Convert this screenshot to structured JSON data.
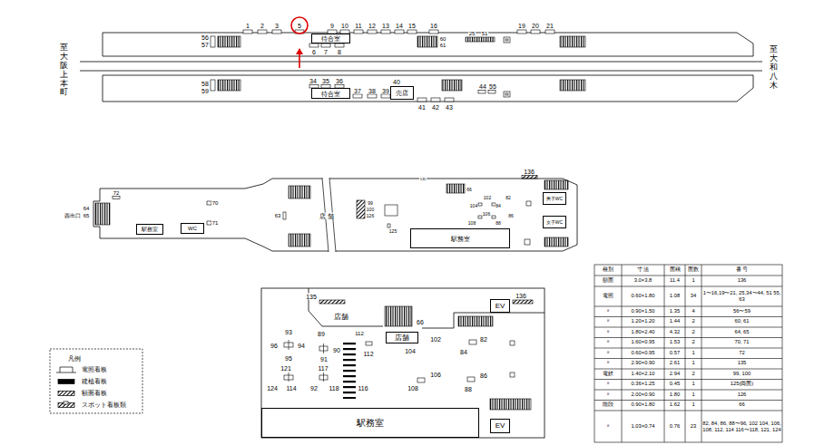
{
  "diagram": {
    "nodes": [
      {
        "text": [
          "待合室"
        ]
      },
      {
        "text": [
          "待合室"
        ]
      },
      {
        "text": [
          "売店"
        ]
      },
      {
        "text": [
          "駅務室"
        ]
      },
      {
        "text": [
          "WC"
        ]
      },
      {
        "text": [
          "男子WC"
        ]
      },
      {
        "text": [
          "女子WC"
        ]
      },
      {
        "text": [
          "駅務室"
        ]
      },
      {
        "text": [
          "店舗"
        ]
      },
      {
        "text": [
          "駅務室"
        ]
      },
      {
        "text": [
          "EV"
        ]
      },
      {
        "text": [
          "EV"
        ]
      }
    ],
    "labels": [
      "1",
      "2",
      "3",
      "5",
      "9",
      "10",
      "11",
      "12",
      "13",
      "14",
      "15",
      "16",
      "19",
      "20",
      "21",
      "56",
      "57",
      "6",
      "7",
      "8",
      "60",
      "61",
      "25",
      "51",
      "58",
      "59",
      "34",
      "35",
      "36",
      "37",
      "38",
      "39",
      "40",
      "41",
      "42",
      "43",
      "44",
      "55",
      "至大阪上本町",
      "至大和八木",
      "西出口",
      "64",
      "65",
      "72",
      "70",
      "71",
      "63",
      "店 舗",
      "99",
      "100",
      "126",
      "125",
      "136",
      "135",
      "66",
      "104",
      "102",
      "84",
      "82",
      "106",
      "108",
      "86",
      "88",
      "135",
      "136",
      "店舗",
      "112",
      "66",
      "93",
      "96",
      "94",
      "95",
      "121",
      "124",
      "114",
      "89",
      "90",
      "91",
      "117",
      "92",
      "118",
      "116",
      "112",
      "104",
      "102",
      "84",
      "82",
      "106",
      "108",
      "86",
      "88",
      "凡例",
      "種別",
      "寸 法",
      "面積",
      "面数",
      "番 号",
      "額面",
      "3.0×3.8",
      "11.4",
      "1",
      "136",
      "電照",
      "0.60×1.80",
      "1.08",
      "34",
      "1〜16,19〜21, 25,34〜44, 51 55, 63",
      "〃",
      "0.90×1.50",
      "1.35",
      "4",
      "56〜59",
      "〃",
      "1.20×1.20",
      "1.44",
      "2",
      "60, 61",
      "〃",
      "1.80×2.40",
      "4.32",
      "2",
      "64, 65",
      "〃",
      "1.60×0.95",
      "1.53",
      "2",
      "70, 71",
      "〃",
      "0.60×0.95",
      "0.57",
      "1",
      "72",
      "〃",
      "2.90×0.90",
      "2.61",
      "1",
      "135",
      "電鉄",
      "1.40×2.10",
      "2.94",
      "2",
      "99, 100",
      "〃",
      "0.36×1.25",
      "0.45",
      "1",
      "125(両面)",
      "〃",
      "2.00×0.90",
      "1.80",
      "1",
      "126",
      "階段",
      "0.90×1.80",
      "1.62",
      "1",
      "66",
      "〃",
      "1.03×0.74",
      "0.76",
      "23",
      "82, 84, 86, 88〜96, 102 104, 106, 108, 112, 114 116〜118, 121, 124"
    ],
    "legend": [
      {
        "text": "電照看板"
      },
      {
        "text": "建植看板"
      },
      {
        "text": "額面看板"
      },
      {
        "text": "スポット看板類"
      }
    ]
  }
}
